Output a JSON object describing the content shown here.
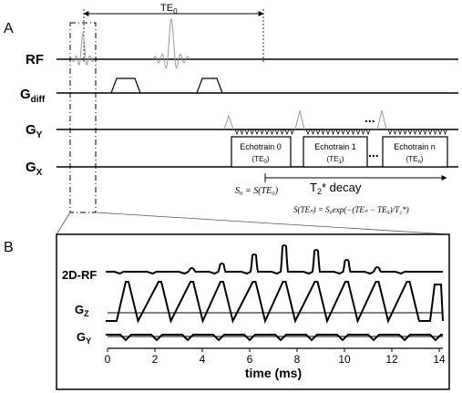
{
  "panel_a": {
    "label": "A",
    "te0": {
      "main": "TE",
      "sub": "0"
    },
    "rows": {
      "rf": "RF",
      "gdiff": {
        "main": "G",
        "sub": "diff"
      },
      "gy": {
        "main": "G",
        "sub": "Y"
      },
      "gx": {
        "main": "G",
        "sub": "X"
      }
    },
    "echotrains": [
      {
        "name": "Echotrain 0",
        "te": {
          "main": "(TE",
          "sub": "0",
          "close": ")"
        }
      },
      {
        "name": "Echotrain 1",
        "te": {
          "main": "(TE",
          "sub": "1",
          "close": ")"
        }
      },
      {
        "name": "Echotrain n",
        "te": {
          "main": "(TE",
          "sub": "n",
          "close": ")"
        }
      }
    ],
    "ellipsis": "...",
    "ellipsis_gx": "...",
    "decay": {
      "pre": "T",
      "sub": "2",
      "post": "* decay"
    },
    "eq1": "S₀ = S(TE₀)",
    "eq2": "S(TEₙ) = S₀exp(−(TEₙ − TE₀)/T₂*)"
  },
  "panel_b": {
    "label": "B",
    "rows": {
      "rf2d": "2D-RF",
      "gz": {
        "main": "G",
        "sub": "Z"
      },
      "gy": {
        "main": "G",
        "sub": "Y"
      }
    },
    "x_ticks": [
      "0",
      "2",
      "4",
      "6",
      "8",
      "10",
      "12",
      "14"
    ],
    "x_label": "time (ms)"
  }
}
